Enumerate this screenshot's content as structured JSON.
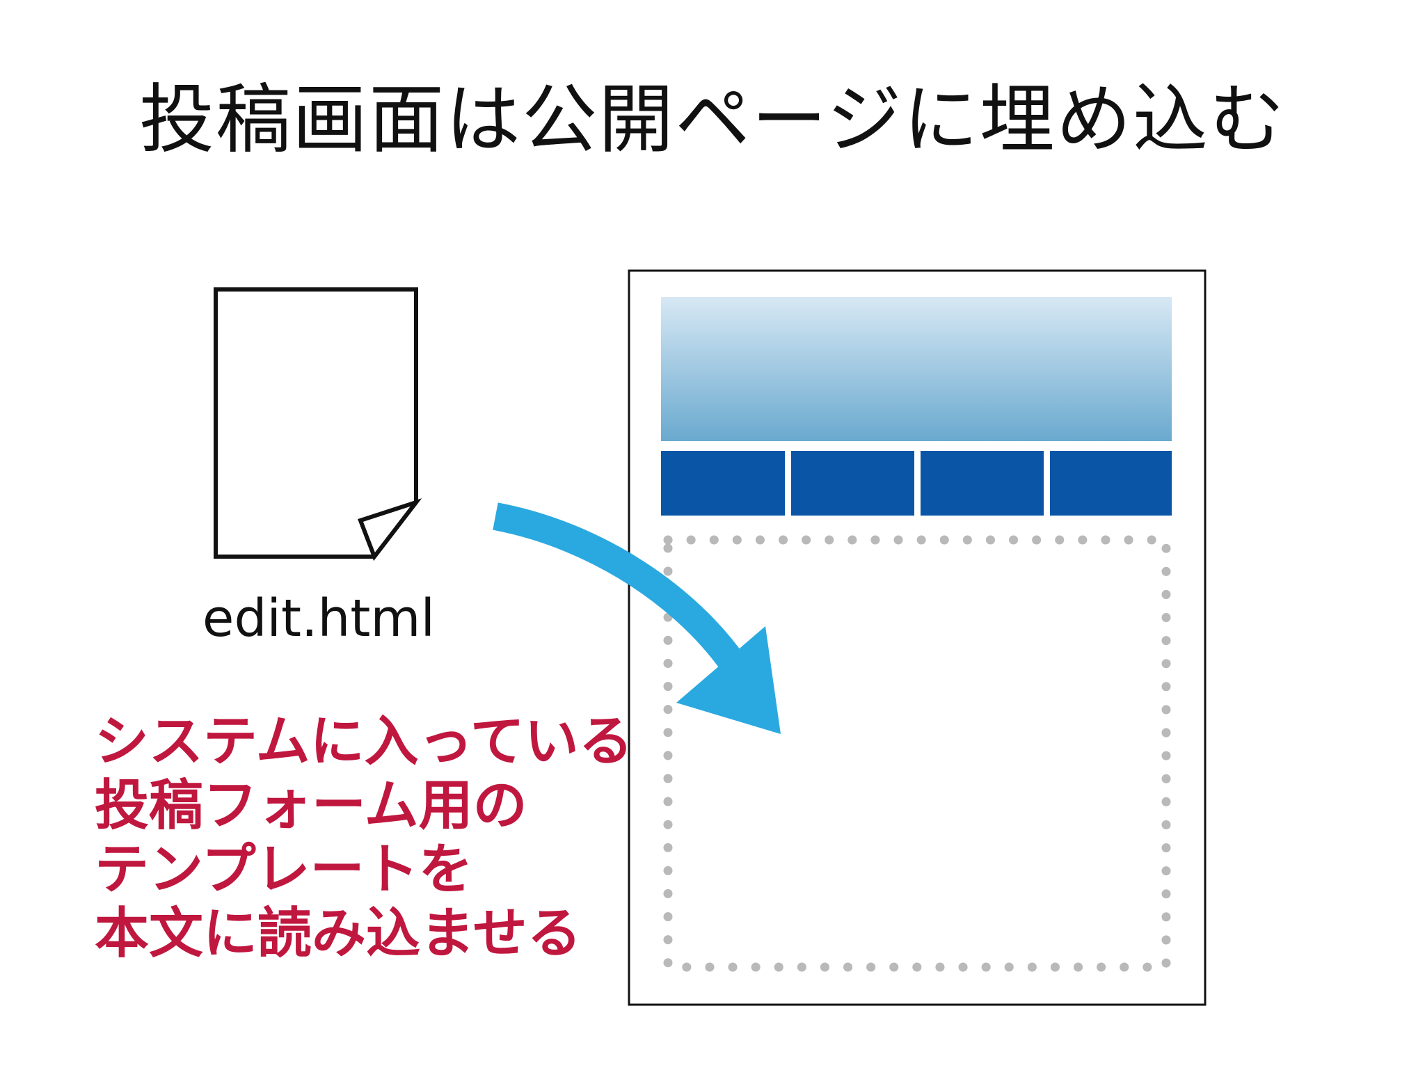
{
  "title": "投稿画面は公開ページに埋め込む",
  "file_label": "edit.html",
  "caption_lines": [
    "システムに入っている",
    "投稿フォーム用の",
    "テンプレートを",
    "本文に読み込ませる"
  ],
  "colors": {
    "title_text": "#111111",
    "caption_text": "#c0173f",
    "header_gradient_top": "#d7e8f4",
    "header_gradient_bottom": "#6aa9cf",
    "nav_blue": "#0a55a6",
    "arrow": "#2aa9e0",
    "dotted_border": "#b9b9b9"
  }
}
